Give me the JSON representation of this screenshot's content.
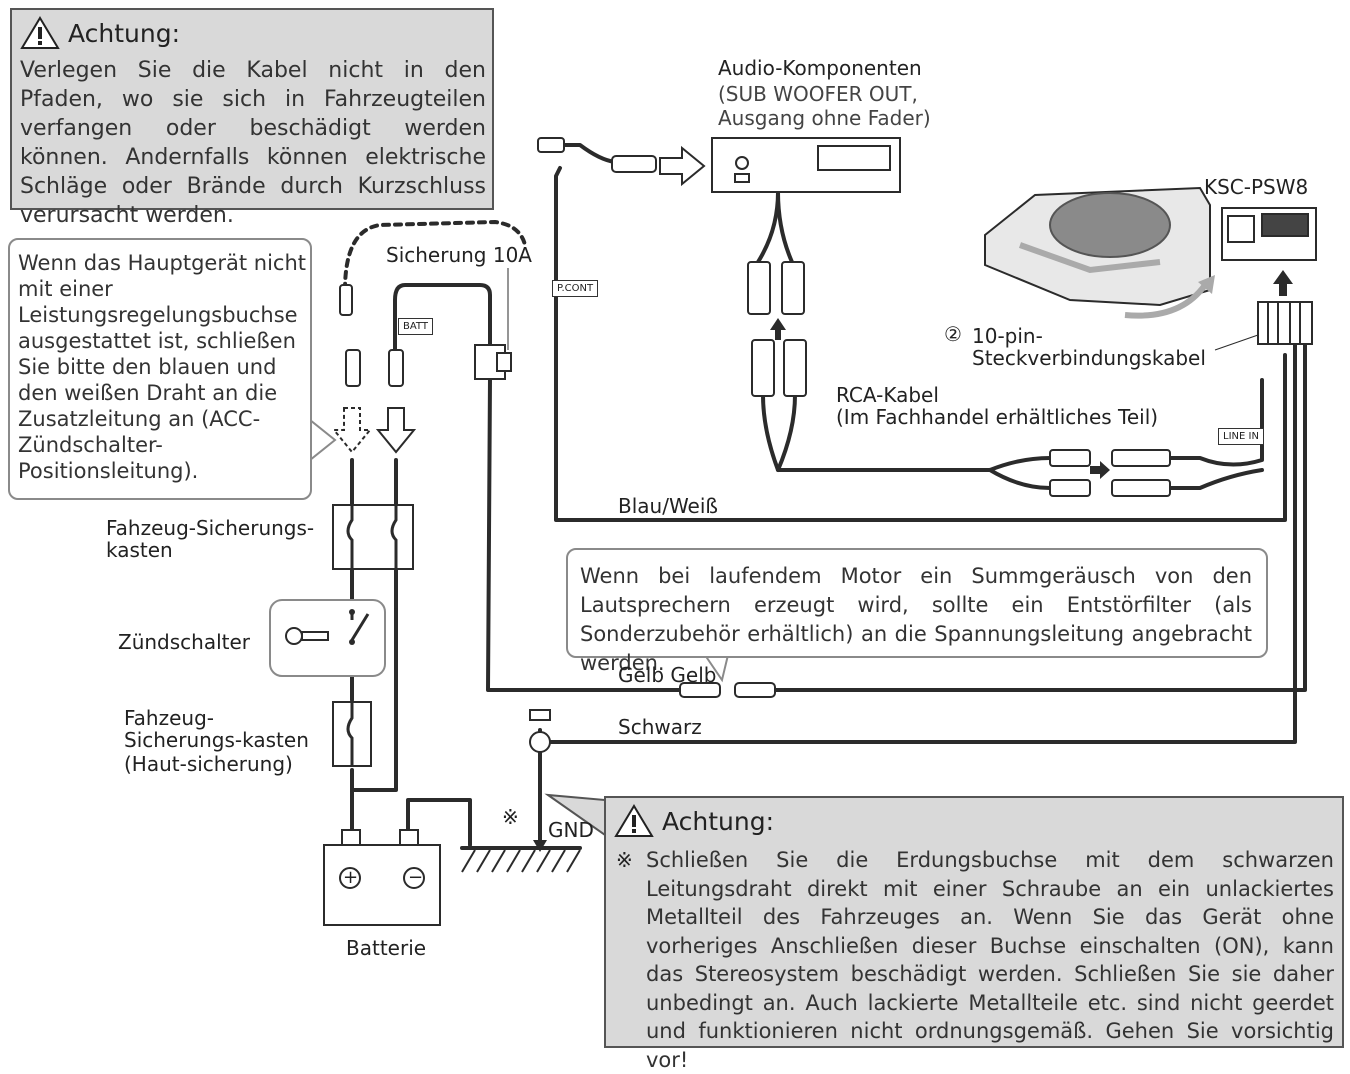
{
  "caution_top": {
    "heading": "Achtung:",
    "text": "Verlegen Sie die Kabel nicht in den Pfaden, wo sie sich in Fahrzeugteilen verfangen oder beschädigt werden können. Andernfalls können elektrische Schläge oder Brände durch Kurzschluss verursacht werden."
  },
  "note_left": "Wenn das Hauptgerät nicht mit einer Leistungsregelungsbuchse ausgestattet ist, schließen Sie bitte den blauen und den weißen Draht an die Zusatzleitung an (ACC-Zündschalter-Positionsleitung).",
  "labels": {
    "audio_title": "Audio-Komponenten",
    "audio_sub1": "(SUB WOOFER OUT,",
    "audio_sub2": "Ausgang ohne Fader)",
    "model": "KSC-PSW8",
    "fuse": "Sicherung 10A",
    "pin_num": "②",
    "pin_line1": "10-pin-",
    "pin_line2": "Steckverbindungskabel",
    "rca_line1": "RCA-Kabel",
    "rca_line2": "(Im Fachhandel erhältliches Teil)",
    "blue_white": "Blau/Weiß",
    "fusebox1_line1": "Fahzeug-Sicherungs-",
    "fusebox1_line2": "kasten",
    "ignition": "Zündschalter",
    "fusebox2_line1": "Fahzeug-",
    "fusebox2_line2": "Sicherungs-kasten",
    "fusebox2_line3": "(Haut-sicherung)",
    "yellow": "Gelb Gelb",
    "black": "Schwarz",
    "gnd": "GND",
    "battery": "Batterie",
    "ref_mark": "※",
    "batt_tag": "BATT",
    "pcont_tag": "P.CONT",
    "linein_tag": "LINE IN",
    "plus": "+",
    "minus": "−"
  },
  "note_mid": "Wenn bei laufendem Motor ein Summgeräusch von den Lautsprechern erzeugt wird, sollte ein Entstörfilter (als Sonderzubehör erhältlich) an die Spannungsleitung angebracht werden.",
  "caution_bottom": {
    "heading": "Achtung:",
    "mark": "※",
    "text": "Schließen Sie die Erdungsbuchse mit dem schwarzen Leitungsdraht direkt mit einer Schraube an ein unlackiertes Metallteil des Fahrzeuges an. Wenn Sie das Gerät ohne vorheriges Anschließen dieser Buchse einschalten (ON), kann das Stereosystem beschädigt werden. Schließen Sie sie daher unbedingt an. Auch lackierte Metallteile etc. sind nicht geerdet und funktionieren nicht ordnungsgemäß. Gehen Sie vorsichtig vor!"
  },
  "icons": [
    "warning-triangle-icon",
    "arrow-right-icon",
    "arrow-up-icon",
    "arrow-down-icon",
    "fuse-icon",
    "key-icon",
    "ground-icon"
  ]
}
